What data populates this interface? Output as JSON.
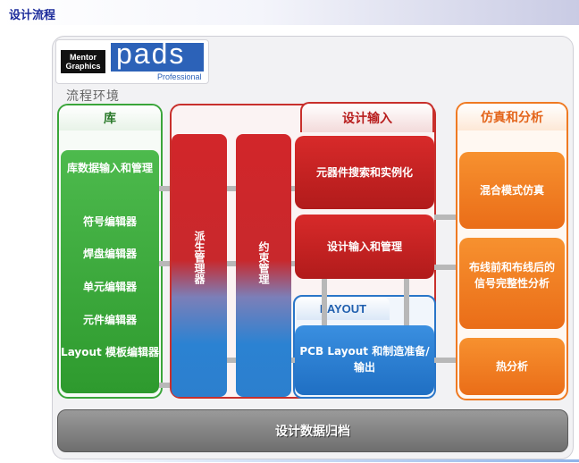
{
  "page_title": "设计流程",
  "logo": {
    "mentor": "Mentor Graphics",
    "product": "pads",
    "edition": "Professional"
  },
  "env_label": "流程环境",
  "library": {
    "title": "库",
    "items": [
      "库数据输入和管理",
      "符号编辑器",
      "焊盘编辑器",
      "单元编辑器",
      "元件编辑器",
      "Layout 模板编辑器"
    ]
  },
  "design_entry": {
    "title": "设计输入",
    "bar1": "派生管理器",
    "bar2": "约束管理",
    "box1": "元器件搜索和实例化",
    "box2": "设计输入和管理"
  },
  "layout": {
    "title": "LAYOUT",
    "box": "PCB Layout 和制造准备/输出"
  },
  "simulation": {
    "title": "仿真和分析",
    "items": [
      "混合模式仿真",
      "布线前和布线后的信号完整性分析",
      "热分析"
    ]
  },
  "archive": "设计数据归档",
  "colors": {
    "title_blue": "#1a2a9a",
    "library_green": "#3aa53a",
    "entry_red": "#c8302c",
    "layout_blue": "#2a76c8",
    "sim_orange": "#ef7a22",
    "archive_gray": "#7e7e7e"
  }
}
